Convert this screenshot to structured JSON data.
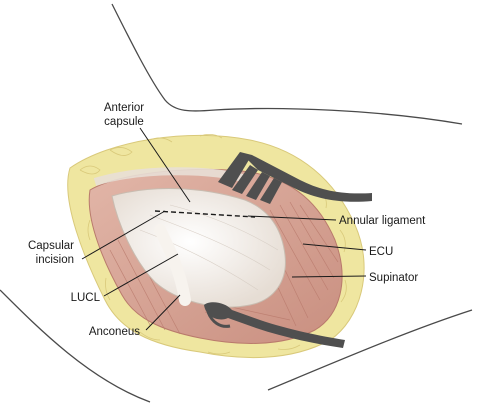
{
  "labels": {
    "anterior_capsule_line1": "Anterior",
    "anterior_capsule_line2": "capsule",
    "annular_ligament": "Annular ligament",
    "capsular_incision_line1": "Capsular",
    "capsular_incision_line2": "incision",
    "ecu": "ECU",
    "supinator": "Supinator",
    "lucl": "LUCL",
    "anconeus": "Anconeus"
  },
  "colors": {
    "skin_outline": "#4a4a4a",
    "fat_yellow": "#efe6a0",
    "fat_cell_outline": "#d9c97a",
    "muscle": "#d5a293",
    "muscle_dark": "#b97a6c",
    "capsule": "#f3ede6",
    "retractor": "#4f4f4f",
    "leader_line": "#1a1a1a"
  },
  "icons": {
    "retractor_top": "rake-retractor-icon",
    "retractor_bottom": "rake-retractor-icon"
  }
}
